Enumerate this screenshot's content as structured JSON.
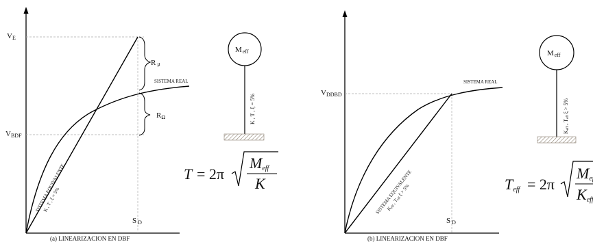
{
  "left": {
    "y_top_label": "V",
    "y_top_sub": "E",
    "y_mid_label": "V",
    "y_mid_sub": "BDF",
    "x_label": "S",
    "x_sub": "D",
    "r_mu": "R",
    "r_mu_sub": "μ",
    "r_omega": "R",
    "r_omega_sub": "Ω",
    "real_system": "SISTEMA REAL",
    "equiv_system": "SISTEMA EQUIVALENTE",
    "equiv_params": "K , T ,  ξ = 5%",
    "mass_label": "M",
    "mass_sub": "eff",
    "column_label": "K , T , ξ = 5%",
    "formula_lhs": "T",
    "formula_eq": "= 2π",
    "formula_num": "M",
    "formula_num_sub": "eff",
    "formula_den": "K",
    "caption": "(a) LINEARIZACION  EN  DBF"
  },
  "right": {
    "y_mid_label": "V",
    "y_mid_sub": "DDBD",
    "x_label": "S",
    "x_sub": "D",
    "real_system": "SISTEMA REAL",
    "equiv_system": "SISTEMA EQUIVALENTE",
    "equiv_params": "K",
    "equiv_params_sub": "eff",
    "equiv_params_rest": " , T",
    "equiv_params_sub2": "eff",
    "equiv_params_end": "  ξ  > 5%",
    "mass_label": "M",
    "mass_sub": "eff",
    "column_label": "K",
    "column_label_sub": "eff",
    "column_label_rest": " , T",
    "column_label_sub2": "eff",
    "column_label_end": " ξ > 5%",
    "formula_lhs": "T",
    "formula_lhs_sub": "eff",
    "formula_eq": "= 2π",
    "formula_num": "M",
    "formula_num_sub": "eff",
    "formula_den": "K",
    "formula_den_sub": "eff",
    "caption": "(b) LINEARIZACION  EN  DBF"
  }
}
